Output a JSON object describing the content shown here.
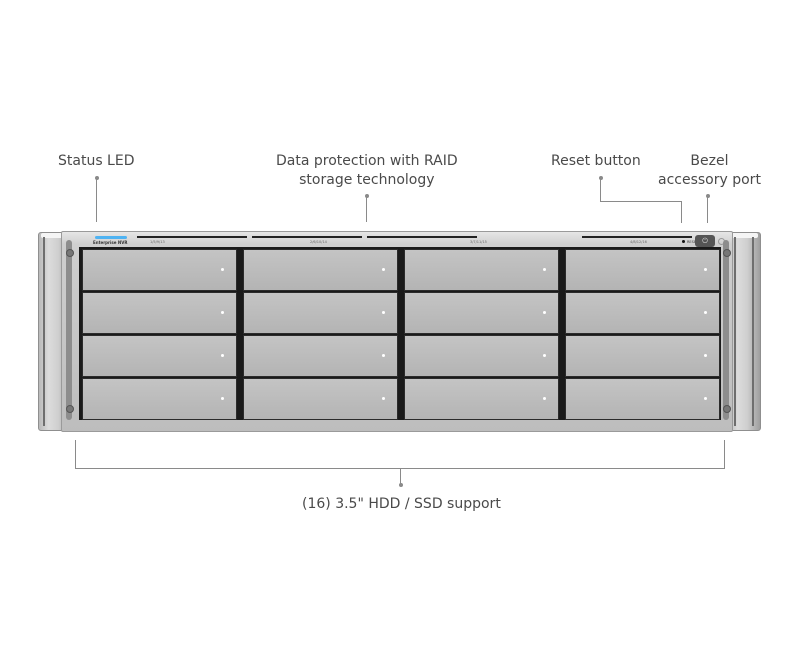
{
  "callouts": {
    "status_led": "Status LED",
    "raid_line1": "Data protection with RAID",
    "raid_line2": "storage technology",
    "reset_button": "Reset button",
    "bezel_line1": "Bezel",
    "bezel_line2": "accessory port",
    "drive_support": "(16) 3.5\" HDD / SSD support"
  },
  "device": {
    "brand": "Enterprise NVR",
    "bay_labels": [
      "1/5/9/13",
      "2/6/10/14",
      "3/7/11/15",
      "4/8/12/16"
    ],
    "reset_label": "RESET",
    "led_color": "#4fb3f2",
    "bay_count": 16
  }
}
